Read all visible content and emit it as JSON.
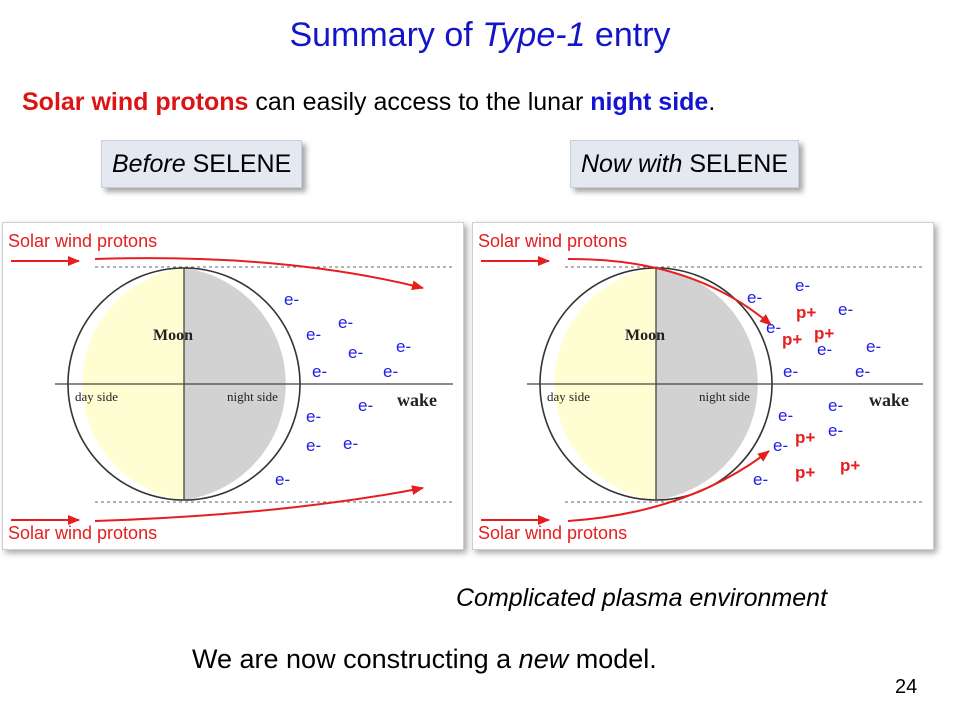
{
  "slide": {
    "title_prefix": "Summary of ",
    "title_italic": "Type-1",
    "title_suffix": " entry",
    "subtitle": {
      "part1": "Solar wind protons",
      "part2": " can easily access to the lunar ",
      "part3": "night side",
      "part4": "."
    },
    "label_before_italic": "Before",
    "label_before_rest": " SELENE",
    "label_now_italic": "Now with",
    "label_now_rest": " SELENE",
    "caption": "Complicated plasma environment",
    "footer_prefix": "We are now constructing a ",
    "footer_italic": "new",
    "footer_suffix": " model.",
    "page_number": "24"
  },
  "diagram": {
    "solar_wind_label": "Solar wind protons",
    "moon_label": "Moon",
    "day_side_label": "day side",
    "night_side_label": "night side",
    "wake_label": "wake",
    "electron_label": "e-",
    "proton_label": "p+",
    "colors": {
      "solar_wind": "#e61e1e",
      "electron": "#1e1ee6",
      "proton": "#e61e1e",
      "day_side": "#fefed2",
      "night_side": "#d2d2d2"
    }
  }
}
